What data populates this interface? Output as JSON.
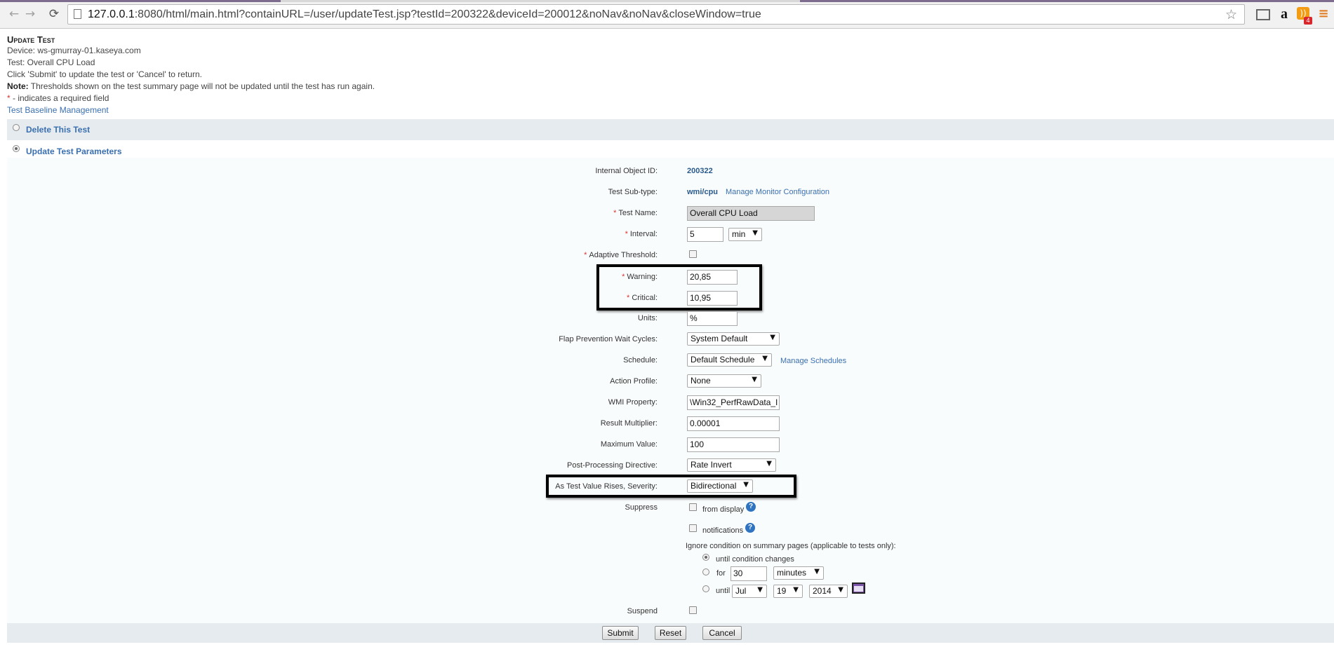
{
  "browser": {
    "url_host": "127.0.0.1",
    "url_rest": ":8080/html/main.html?containURL=/user/updateTest.jsp?testId=200322&deviceId=200012&noNav&noNav&closeWindow=true",
    "back_icon": "←",
    "forward_icon": "→",
    "reload_icon": "⟳",
    "star_icon": "☆",
    "amazon_icon": "a",
    "rss_badge": "4",
    "menu_icon": "≡"
  },
  "header": {
    "title": "Update Test",
    "device": "Device: ws-gmurray-01.kaseya.com",
    "test": "Test: Overall CPU Load",
    "instruction": "Click 'Submit' to update the test or 'Cancel' to return.",
    "note_label": "Note:",
    "note_text": " Thresholds shown on the test summary page will not be updated until the test has run again.",
    "required_marker": "*",
    "required_text": " - indicates a required field",
    "baseline_link": "Test Baseline Management"
  },
  "sections": {
    "delete": "Delete This Test",
    "update": "Update Test Parameters"
  },
  "form": {
    "internal_id_label": "Internal Object ID:",
    "internal_id_value": "200322",
    "subtype_label": "Test Sub-type:",
    "subtype_value": "wmi/cpu",
    "manage_monitor_link": "Manage Monitor Configuration",
    "req": "*",
    "test_name_label": "Test Name:",
    "test_name_value": "Overall CPU Load",
    "interval_label": "Interval:",
    "interval_value": "5",
    "interval_unit": "min",
    "adaptive_label": "Adaptive Threshold:",
    "warning_label": "Warning:",
    "warning_value": "20,85",
    "critical_label": "Critical:",
    "critical_value": "10,95",
    "units_label": "Units:",
    "units_value": "%",
    "flap_label": "Flap Prevention Wait Cycles:",
    "flap_value": "System Default",
    "schedule_label": "Schedule:",
    "schedule_value": "Default Schedule",
    "manage_schedules_link": "Manage Schedules",
    "action_label": "Action Profile:",
    "action_value": "None",
    "wmi_label": "WMI Property:",
    "wmi_value": "\\Win32_PerfRawData_I",
    "multiplier_label": "Result Multiplier:",
    "multiplier_value": "0.00001",
    "max_label": "Maximum Value:",
    "max_value": "100",
    "postproc_label": "Post-Processing Directive:",
    "postproc_value": "Rate Invert",
    "severity_label": "As Test Value Rises, Severity:",
    "severity_value": "Bidirectional",
    "suppress_label": "Suppress",
    "from_display": "from display",
    "notifications": "notifications",
    "help_glyph": "?",
    "ignore_text": "Ignore condition on summary pages (applicable to tests only):",
    "until_changes": "until condition changes",
    "for_label": "for",
    "for_value": "30",
    "for_unit": "minutes",
    "until_label": "until",
    "month": "Jul",
    "day": "19",
    "year": "2014",
    "suspend_label": "Suspend",
    "dropdown_arrow": "▼"
  },
  "buttons": {
    "submit": "Submit",
    "reset": "Reset",
    "cancel": "Cancel"
  }
}
